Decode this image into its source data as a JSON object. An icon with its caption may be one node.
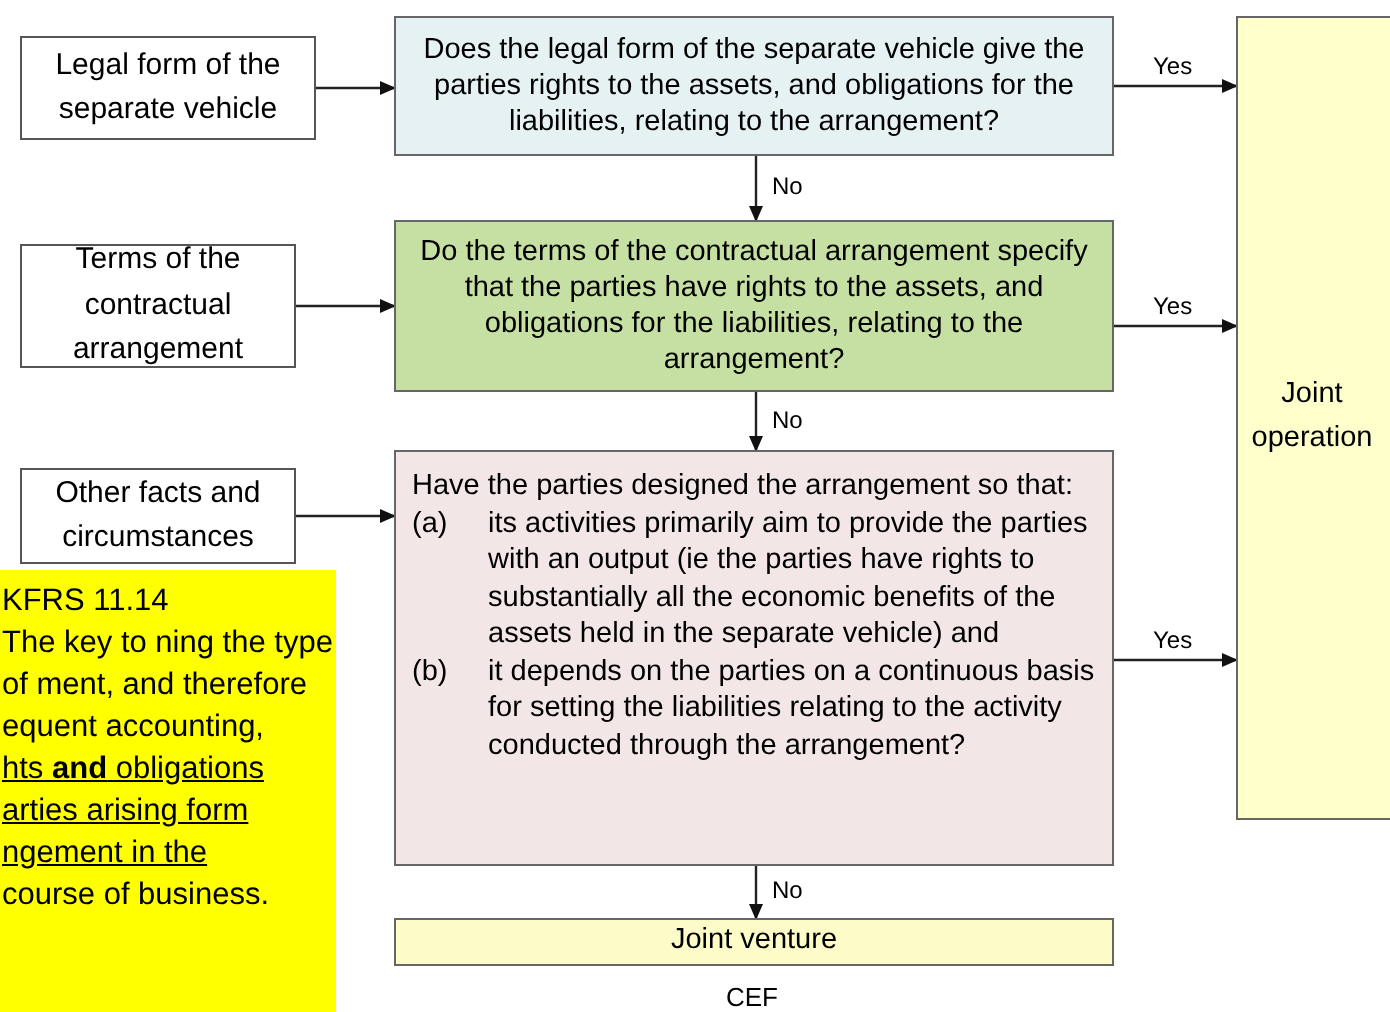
{
  "diagram": {
    "nodes": [
      {
        "text": [
          "Legal form of the separate vehicle"
        ]
      },
      {
        "text": [
          "Does the legal form of the separate vehicle give the parties rights to the assets, and obligations for the liabilities, relating to the arrangement?"
        ]
      },
      {
        "text": [
          "Terms of the contractual arrangement"
        ]
      },
      {
        "text": [
          "Do the terms of the contractual arrangement specify that the parties have rights to the assets, and obligations for the liabilities, relating to the arrangement?"
        ]
      },
      {
        "text": [
          "Other facts and circumstances"
        ]
      },
      {
        "text": [
          "Have the parties designed the arrangement so that:",
          "(a)",
          "its activities primarily aim to provide the parties with an output (ie the parties have rights to substantially all the economic benefits of the assets held in the separate vehicle) and",
          "(b)",
          "it depends on the parties on a continuous basis for setting the liabilities relating to the activity conducted through the arrangement?"
        ]
      },
      {
        "text": [
          "Joint venture"
        ]
      },
      {
        "text": [
          "Joint operation"
        ]
      },
      {
        "text": [
          "KFRS 11.14",
          "The key to ning the type of ment, and therefore equent accounting,",
          "hts **and** obligations arties arising form ngement in the",
          "course of business."
        ]
      }
    ],
    "edges": [
      {
        "from": 0,
        "to": 1,
        "arrow": "to"
      },
      {
        "from": 1,
        "to": 3,
        "arrow": "to",
        "label": "No"
      },
      {
        "from": 1,
        "to": 7,
        "arrow": "to",
        "label": "Yes"
      },
      {
        "from": 2,
        "to": 3,
        "arrow": "to"
      },
      {
        "from": 3,
        "to": 5,
        "arrow": "to",
        "label": "No"
      },
      {
        "from": 3,
        "to": 7,
        "arrow": "to",
        "label": "Yes"
      },
      {
        "from": 4,
        "to": 5,
        "arrow": "to"
      },
      {
        "from": 5,
        "to": 6,
        "arrow": "to",
        "label": "No"
      },
      {
        "from": 5,
        "to": 7,
        "arrow": "to",
        "label": "Yes"
      }
    ],
    "labels": [
      "CEF"
    ]
  }
}
